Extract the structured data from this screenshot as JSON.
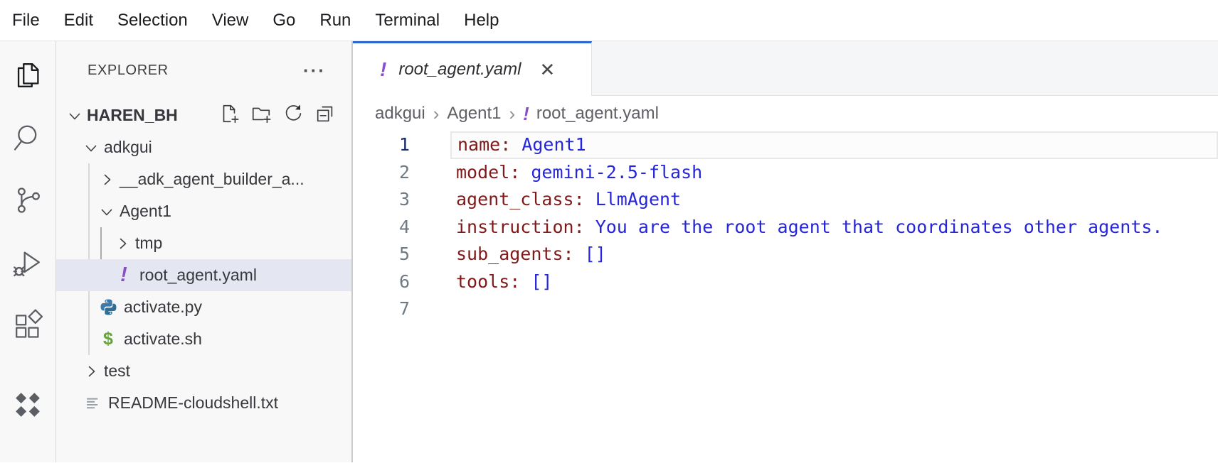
{
  "menu_bar": {
    "items": [
      "File",
      "Edit",
      "Selection",
      "View",
      "Go",
      "Run",
      "Terminal",
      "Help"
    ]
  },
  "activity_bar": {
    "items": [
      {
        "name": "explorer",
        "icon": "files",
        "active": true
      },
      {
        "name": "search",
        "icon": "search",
        "active": false
      },
      {
        "name": "source-control",
        "icon": "source-control",
        "active": false
      },
      {
        "name": "run-and-debug",
        "icon": "run-debug",
        "active": false
      },
      {
        "name": "extensions",
        "icon": "extensions",
        "active": false
      },
      {
        "name": "gemini",
        "icon": "diamonds",
        "active": false
      }
    ]
  },
  "sidebar": {
    "title": "EXPLORER",
    "more_actions_glyph": "···",
    "workspace": {
      "label": "HAREN_BH",
      "expanded": true,
      "actions": [
        {
          "icon": "new-file"
        },
        {
          "icon": "new-folder"
        },
        {
          "icon": "refresh"
        },
        {
          "icon": "collapse-all"
        }
      ]
    },
    "tree": [
      {
        "label": "adkgui",
        "level": 1,
        "state": "expanded"
      },
      {
        "label": "__adk_agent_builder_a...",
        "level": 2,
        "state": "collapsed"
      },
      {
        "label": "Agent1",
        "level": 2,
        "state": "expanded"
      },
      {
        "label": "tmp",
        "level": 3,
        "state": "collapsed"
      },
      {
        "label": "root_agent.yaml",
        "level": 3,
        "icon": "yaml-warning",
        "icon_glyph": "!",
        "selected": true
      },
      {
        "label": "activate.py",
        "level": 2,
        "icon": "python"
      },
      {
        "label": "activate.sh",
        "level": 2,
        "icon": "shell",
        "icon_glyph": "$"
      },
      {
        "label": "test",
        "level": 1,
        "state": "collapsed"
      },
      {
        "label": "README-cloudshell.txt",
        "level": 1,
        "icon": "text-file"
      }
    ]
  },
  "editor": {
    "tab": {
      "icon_glyph": "!",
      "label": "root_agent.yaml",
      "close_glyph": "✕",
      "preview": true
    },
    "breadcrumb": {
      "separator": "›",
      "items": [
        {
          "label": "adkgui"
        },
        {
          "label": "Agent1"
        },
        {
          "label": "root_agent.yaml",
          "icon_glyph": "!"
        }
      ]
    },
    "code_lines": [
      {
        "num": "1",
        "key": "name:",
        "value": "Agent1",
        "active": true
      },
      {
        "num": "2",
        "key": "model:",
        "value": "gemini-2.5-flash"
      },
      {
        "num": "3",
        "key": "agent_class:",
        "value": "LlmAgent"
      },
      {
        "num": "4",
        "key": "instruction:",
        "value": "You are the root agent that coordinates other agents."
      },
      {
        "num": "5",
        "key": "sub_agents:",
        "value": "[]"
      },
      {
        "num": "6",
        "key": "tools:",
        "value": "[]"
      },
      {
        "num": "7",
        "key": "",
        "value": ""
      }
    ]
  },
  "colors": {
    "tab_accent": "#2b67cf",
    "yaml_key": "#801919",
    "yaml_value": "#2525d9",
    "warning_purple": "#8a4fc8",
    "selection_bg": "#e4e6f1"
  }
}
